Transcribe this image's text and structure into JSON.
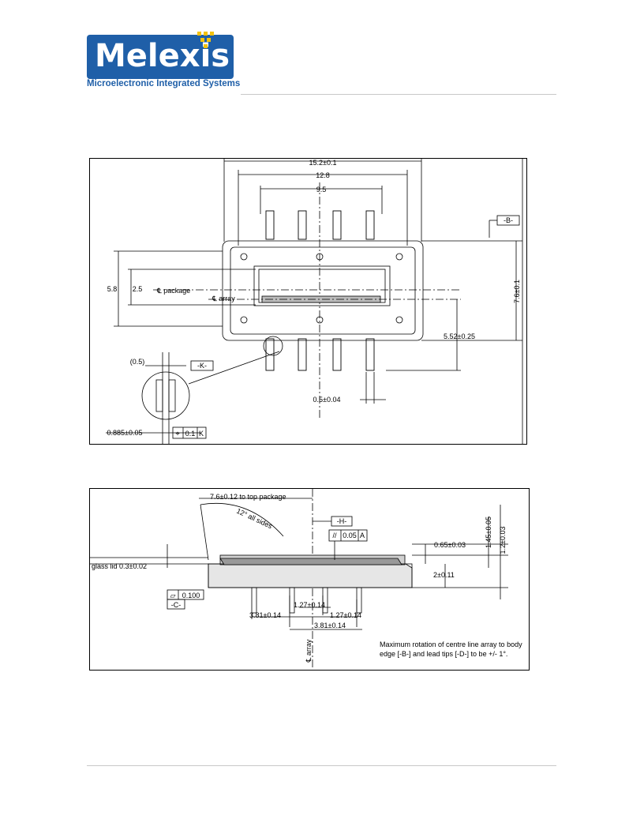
{
  "logo": {
    "name": "Melexis",
    "tagline": "Microelectronic Integrated Systems",
    "color_brand": "#1f5fa8",
    "color_dots": "#f4c20d"
  },
  "drawing_top": {
    "dim_width": "15.2±0.1",
    "dim_inner": "12.8",
    "dim_pins": "9.5",
    "datum_b": "-B-",
    "dim_height_left": "5.8",
    "dim_half": "2.5",
    "label_package": "℄ package",
    "label_array": "℄ array",
    "dim_height_right": "7.6±0.1",
    "dim_offset": "5.52±0.25",
    "dim_lead_width": "0.5±0.04",
    "dim_paren": "(0.5)",
    "datum_k": "-K-",
    "dim_lead": "0.885±0.05",
    "tol_symbol": "⌖",
    "tol_value": "0.1",
    "tol_ref": "K"
  },
  "drawing_side": {
    "dim_top_package": "7.6±0.12  to  top package",
    "angle_note": "12° all sides",
    "datum_h": "-H-",
    "parallel_symbol": "//",
    "parallel_value": "0.05",
    "parallel_ref": "A",
    "dim_065": "0.65±0.03",
    "dim_145": "1.45±0.05",
    "dim_12": "1.2±0.03",
    "label_glass": "glass lid  0.3±0.02",
    "dim_2": "2±0.11",
    "flatness_symbol": "⏥",
    "flatness_value": "0.100",
    "datum_c": "-C-",
    "dim_127a": "1.27±0.14",
    "dim_381a": "3.81±0.14",
    "dim_127b": "1.27±0.14",
    "dim_381b": "3.81±0.14",
    "label_array": "℄ array",
    "note_line1": "Maximum rotation of centre line array to body",
    "note_line2": "edge [-B-] and lead tips [-D-] to be +/- 1°."
  }
}
